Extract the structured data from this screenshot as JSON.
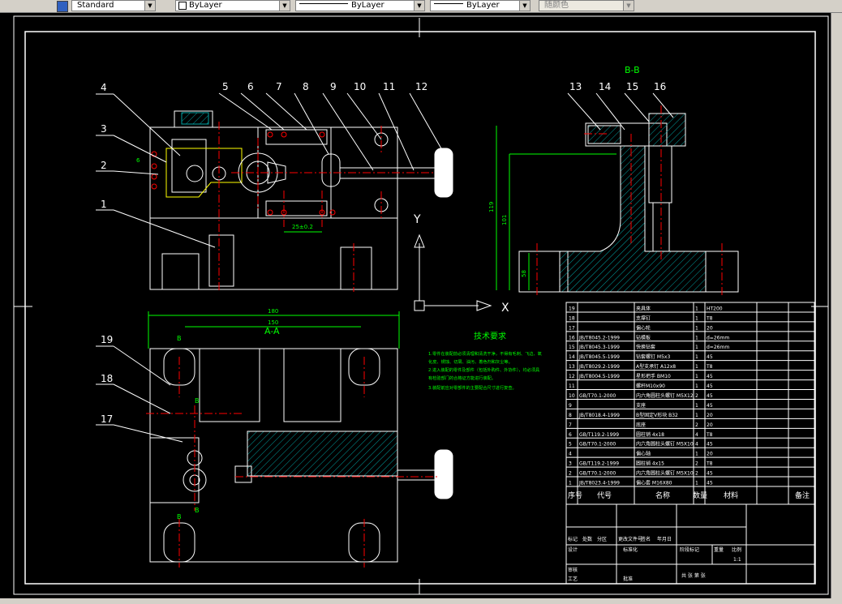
{
  "toolbar": {
    "text_style": "Standard",
    "layer": "ByLayer",
    "linetype": "ByLayer",
    "lineweight": "ByLayer",
    "color": "随颜色"
  },
  "drawing": {
    "part_numbers_top": [
      "4",
      "3",
      "2",
      "1",
      "5",
      "6",
      "7",
      "8",
      "9",
      "10",
      "11",
      "12"
    ],
    "part_numbers_right": [
      "13",
      "14",
      "15",
      "16"
    ],
    "part_numbers_bottom": [
      "19",
      "18",
      "17"
    ],
    "section_bb": "B-B",
    "section_aa": "A-A",
    "dim_180": "180",
    "dim_150": "150",
    "dim_119": "119",
    "dim_101": "101",
    "dim_58": "58",
    "dim_25": "25±0.2",
    "dim_8": "6",
    "axis_y": "Y",
    "axis_x": "X",
    "tech_title": "技术要求",
    "tech_lines": [
      "1.零件在装配前必须清理和清洗干净，不得有毛刺、飞边、氧",
      "化皮、锈蚀、切屑、油污、着色剂和灰尘等。",
      "2.进入装配的零件及部件（包括外购件、外协件），均必须具",
      "有检验部门的合格证方能进行装配。",
      "3.装配前应对零部件的主要配合尺寸进行复查。"
    ]
  },
  "bom": {
    "rows": [
      {
        "no": "19",
        "code": "",
        "name": "夹具体",
        "qty": "1",
        "mat": "HT200"
      },
      {
        "no": "18",
        "code": "",
        "name": "支撑钉",
        "qty": "1",
        "mat": "T8"
      },
      {
        "no": "17",
        "code": "",
        "name": "偏心轮",
        "qty": "1",
        "mat": "20"
      },
      {
        "no": "16",
        "code": "JB/T8045.2-1999",
        "name": "钻模板",
        "qty": "1",
        "mat": "d=26mm"
      },
      {
        "no": "15",
        "code": "JB/T8045.3-1999",
        "name": "快换钻套",
        "qty": "1",
        "mat": "d=26mm"
      },
      {
        "no": "14",
        "code": "JB/T8045.5-1999",
        "name": "钻套螺钉 M5x3",
        "qty": "1",
        "mat": "45"
      },
      {
        "no": "13",
        "code": "JB/T8029.2-1999",
        "name": "A型支承钉 A12x8",
        "qty": "1",
        "mat": "T8"
      },
      {
        "no": "12",
        "code": "JB/T8004.5-1999",
        "name": "星形把手 BM10",
        "qty": "1",
        "mat": "45"
      },
      {
        "no": "11",
        "code": "",
        "name": "螺杆M10x90",
        "qty": "1",
        "mat": "45"
      },
      {
        "no": "10",
        "code": "GB/T70.1-2000",
        "name": "内六角圆柱头螺钉 M5X12",
        "qty": "2",
        "mat": "45"
      },
      {
        "no": "9",
        "code": "",
        "name": "支座",
        "qty": "1",
        "mat": "45"
      },
      {
        "no": "8",
        "code": "JB/T8018.4-1999",
        "name": "B型固定V形块 B32",
        "qty": "1",
        "mat": "20"
      },
      {
        "no": "7",
        "code": "",
        "name": "底座",
        "qty": "2",
        "mat": "20"
      },
      {
        "no": "6",
        "code": "GB/T119.2-1999",
        "name": "圆柱销 4x18",
        "qty": "4",
        "mat": "T8"
      },
      {
        "no": "5",
        "code": "GB/T70.1-2000",
        "name": "内六角圆柱头螺钉 M5X10",
        "qty": "4",
        "mat": "45"
      },
      {
        "no": "4",
        "code": "",
        "name": "偏心轴",
        "qty": "1",
        "mat": "20"
      },
      {
        "no": "3",
        "code": "GB/T119.2-1999",
        "name": "圆柱销 4x15",
        "qty": "2",
        "mat": "T8"
      },
      {
        "no": "2",
        "code": "GB/T70.1-2000",
        "name": "内六角圆柱头螺钉 M5X10",
        "qty": "2",
        "mat": "45"
      },
      {
        "no": "1",
        "code": "JB/T8023.4-1999",
        "name": "偏心套 M16X80",
        "qty": "1",
        "mat": "45"
      }
    ],
    "header": {
      "no": "序号",
      "code": "代号",
      "name": "名称",
      "qty": "数量",
      "mat": "材料",
      "remark": "备注"
    },
    "title_block": {
      "mark": "标记",
      "count": "处数",
      "zone": "分区",
      "doc": "更改文件号",
      "sign": "签名",
      "date": "年月日",
      "design": "设计",
      "std": "标准化",
      "stage": "阶段标记",
      "weight": "重量",
      "scale": "比例",
      "scale_val": "1:1",
      "check": "审核",
      "process": "工艺",
      "approve": "批准",
      "sheets": "共    张   第    张"
    }
  },
  "colors": {
    "bg": "#000000",
    "line": "#ffffff",
    "dim": "#00ff00",
    "center": "#ff0000",
    "yellow": "#ffff00",
    "cyan": "#00ffff",
    "hatch": "#00a0a0"
  }
}
